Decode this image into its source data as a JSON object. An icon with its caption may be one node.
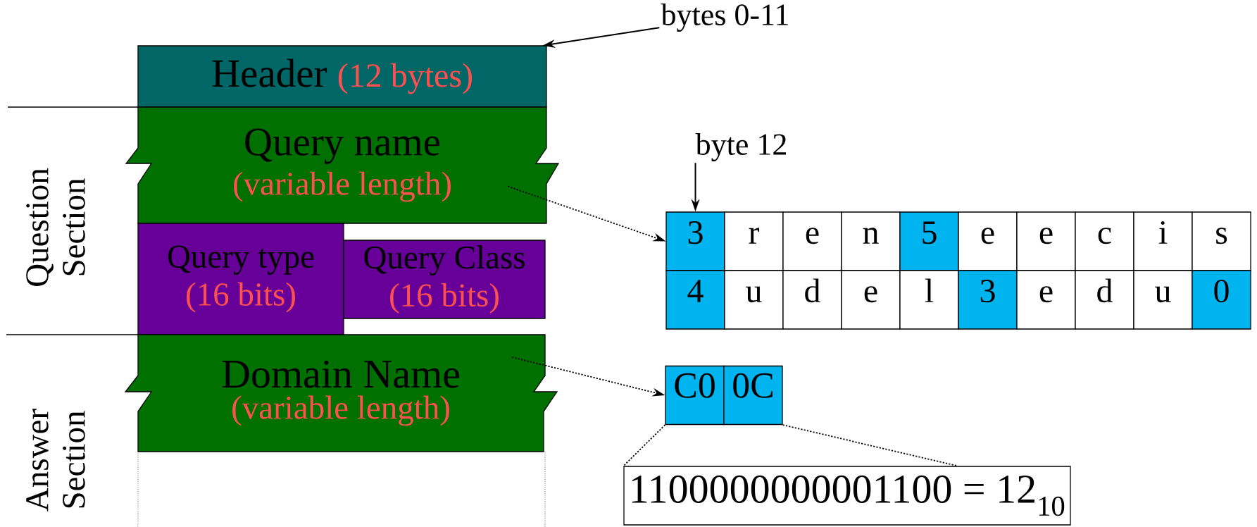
{
  "diagram": {
    "nodes": [
      {
        "text": [
          "Header",
          "(12 bytes)"
        ]
      },
      {
        "text": [
          "Query name",
          "(variable length)"
        ]
      },
      {
        "text": [
          "Query type",
          "(16 bits)"
        ]
      },
      {
        "text": [
          "Query Class",
          "(16 bits)"
        ]
      },
      {
        "text": [
          "Domain Name",
          "(variable length)"
        ]
      },
      {
        "text": [
          "bytes 0-11"
        ]
      },
      {
        "text": [
          "byte 12"
        ]
      },
      {
        "text": [
          "3"
        ]
      },
      {
        "text": [
          "r"
        ]
      },
      {
        "text": [
          "e"
        ]
      },
      {
        "text": [
          "n"
        ]
      },
      {
        "text": [
          "5"
        ]
      },
      {
        "text": [
          "e"
        ]
      },
      {
        "text": [
          "e"
        ]
      },
      {
        "text": [
          "c"
        ]
      },
      {
        "text": [
          "i"
        ]
      },
      {
        "text": [
          "s"
        ]
      },
      {
        "text": [
          "4"
        ]
      },
      {
        "text": [
          "u"
        ]
      },
      {
        "text": [
          "d"
        ]
      },
      {
        "text": [
          "e"
        ]
      },
      {
        "text": [
          "l"
        ]
      },
      {
        "text": [
          "3"
        ]
      },
      {
        "text": [
          "e"
        ]
      },
      {
        "text": [
          "d"
        ]
      },
      {
        "text": [
          "u"
        ]
      },
      {
        "text": [
          "0"
        ]
      },
      {
        "text": [
          "C0"
        ]
      },
      {
        "text": [
          "0C"
        ]
      },
      {
        "text": [
          "1100000000001100 = 12$_{10}$"
        ]
      }
    ],
    "edges": [
      {
        "from": 5,
        "to": 0,
        "arrow": "to"
      },
      {
        "from": 6,
        "to": 7,
        "arrow": "to"
      },
      {
        "from": 1,
        "to": 7,
        "arrow": "to",
        "style": "dashed"
      },
      {
        "from": 4,
        "to": 27,
        "arrow": "to",
        "style": "dashed"
      },
      {
        "from": 27,
        "to": 29,
        "arrow": "none",
        "style": "dashed"
      },
      {
        "from": 28,
        "to": 29,
        "arrow": "none",
        "style": "dashed"
      }
    ],
    "labels": [
      "Question Section",
      "Answer Section"
    ]
  }
}
